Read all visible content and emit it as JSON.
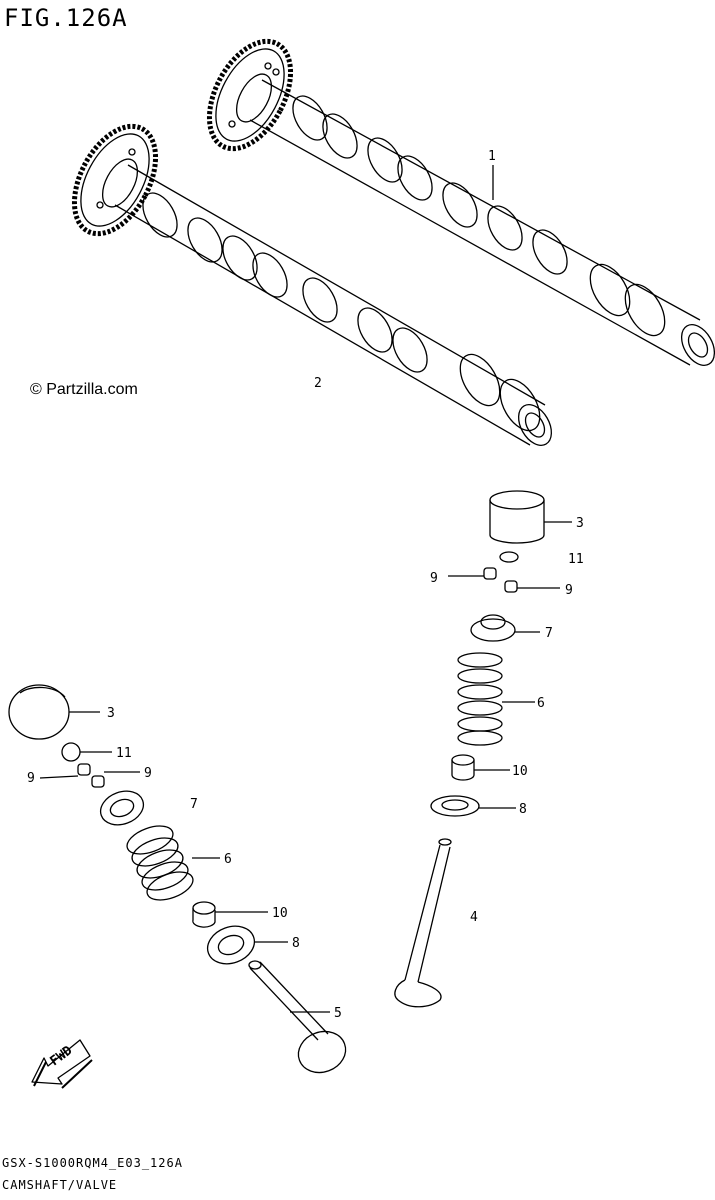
{
  "figure": {
    "title": "FIG.126A",
    "copyright": "© Partzilla.com",
    "footer_code": "GSX-S1000RQM4_E03_126A",
    "footer_caption": "CAMSHAFT/VALVE",
    "fwd_label": "FWD"
  },
  "callouts": [
    {
      "id": "c1",
      "text": "1"
    },
    {
      "id": "c2",
      "text": "2"
    },
    {
      "id": "c3a",
      "text": "3"
    },
    {
      "id": "c11a",
      "text": "11"
    },
    {
      "id": "c9a",
      "text": "9"
    },
    {
      "id": "c9b",
      "text": "9"
    },
    {
      "id": "c7a",
      "text": "7"
    },
    {
      "id": "c6a",
      "text": "6"
    },
    {
      "id": "c10a",
      "text": "10"
    },
    {
      "id": "c8a",
      "text": "8"
    },
    {
      "id": "c4",
      "text": "4"
    },
    {
      "id": "c3b",
      "text": "3"
    },
    {
      "id": "c11b",
      "text": "11"
    },
    {
      "id": "c9c",
      "text": "9"
    },
    {
      "id": "c9d",
      "text": "9"
    },
    {
      "id": "c7b",
      "text": "7"
    },
    {
      "id": "c6b",
      "text": "6"
    },
    {
      "id": "c10b",
      "text": "10"
    },
    {
      "id": "c8b",
      "text": "8"
    },
    {
      "id": "c5",
      "text": "5"
    }
  ]
}
